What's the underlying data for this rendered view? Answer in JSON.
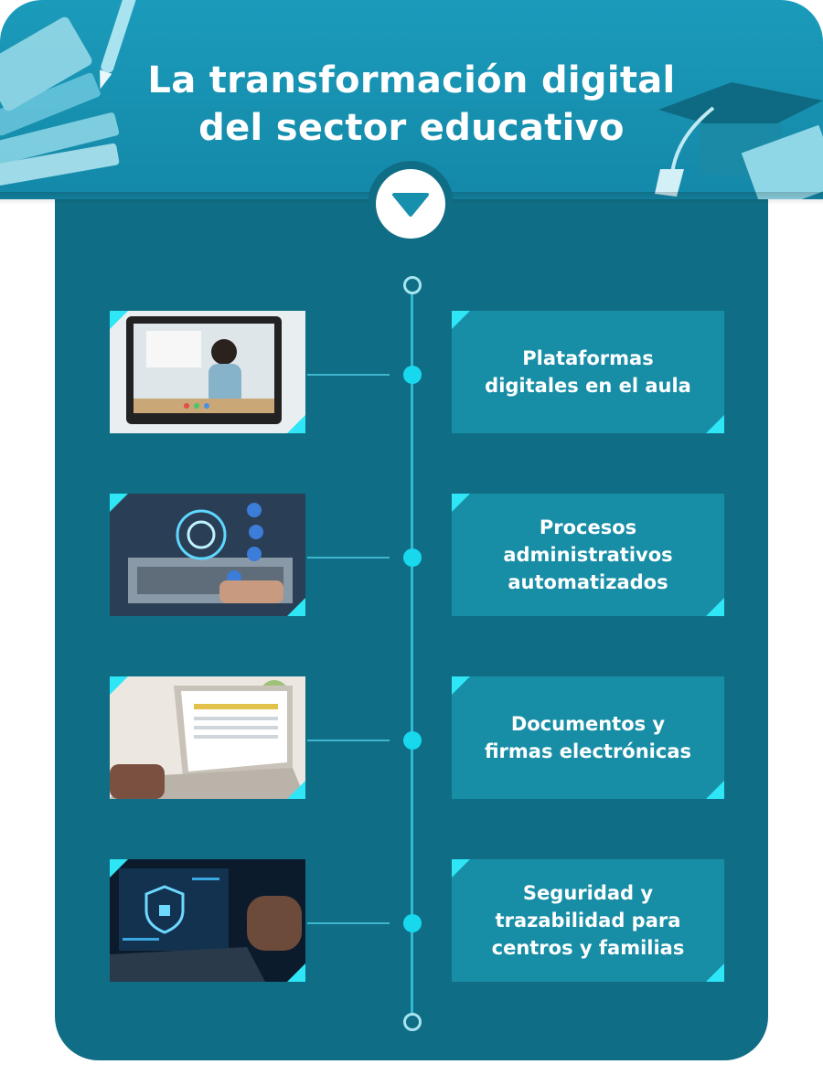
{
  "title": {
    "line1": "La transformación digital",
    "line2": "del sector educativo"
  },
  "items": [
    {
      "label": "Plataformas\ndigitales en el aula",
      "icon": "video-lesson-photo"
    },
    {
      "label": "Procesos\nadministrativos\nautomatizados",
      "icon": "automation-gear-photo"
    },
    {
      "label": "Documentos y\nfirmas electrónicas",
      "icon": "laptop-documents-photo"
    },
    {
      "label": "Seguridad y\ntrazabilidad para\ncentros y familias",
      "icon": "security-shield-photo"
    }
  ],
  "colors": {
    "panel": "#0f6e85",
    "header": "#1b9bbb",
    "card": "#178ea6",
    "accent": "#2ee6f5"
  }
}
